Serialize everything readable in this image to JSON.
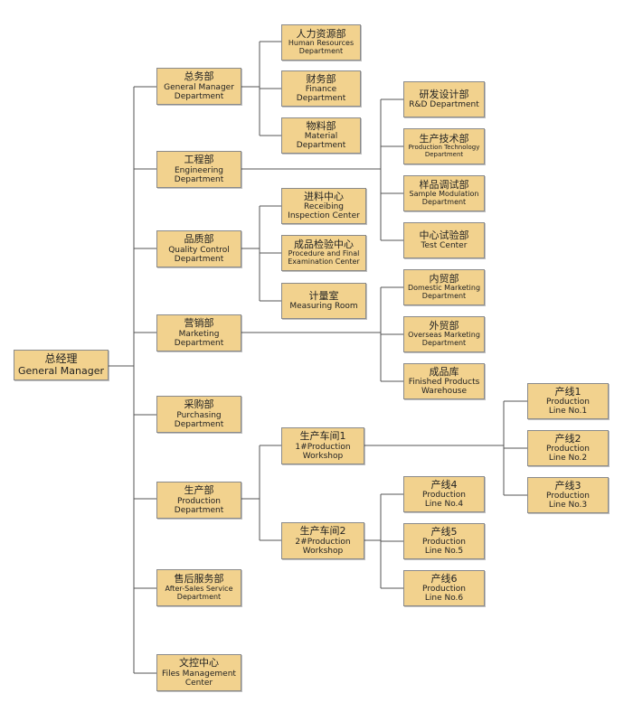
{
  "chart": {
    "root": {
      "zh": "总经理",
      "en": "General  Manager"
    },
    "departments": {
      "general": {
        "zh": "总务部",
        "en": "General Manager\nDepartment"
      },
      "engineering": {
        "zh": "工程部",
        "en": "Engineering\nDepartment"
      },
      "quality": {
        "zh": "品质部",
        "en": "Quality Control\nDepartment"
      },
      "marketing": {
        "zh": "营销部",
        "en": "Marketing\nDepartment"
      },
      "purchasing": {
        "zh": "采购部",
        "en": "Purchasing\nDepartment"
      },
      "production": {
        "zh": "生产部",
        "en": "Production\nDepartment"
      },
      "after_sales": {
        "zh": "售后服务部",
        "en": "After-Sales Service\nDepartment"
      },
      "files": {
        "zh": "文控中心",
        "en": "Files Management\nCenter"
      }
    },
    "general_units": {
      "hr": {
        "zh": "人力资源部",
        "en": "Human Resources\nDepartment"
      },
      "finance": {
        "zh": "财务部",
        "en": "Finance\nDepartment"
      },
      "material": {
        "zh": "物料部",
        "en": "Material\nDepartment"
      }
    },
    "engineering_units": {
      "rd": {
        "zh": "研发设计部",
        "en": "R&D  Department"
      },
      "prod_tech": {
        "zh": "生产技术部",
        "en": "Production Technology\nDepartment"
      },
      "sample": {
        "zh": "样品调试部",
        "en": "Sample Modulation\nDepartment"
      },
      "test": {
        "zh": "中心试验部",
        "en": "Test Center"
      }
    },
    "quality_units": {
      "receiving": {
        "zh": "进料中心",
        "en": "Receibing\nInspection Center"
      },
      "final": {
        "zh": "成品检验中心",
        "en": "Procedure and Final\nExamination Center"
      },
      "measuring": {
        "zh": "计量室",
        "en": "Measuring Room"
      }
    },
    "marketing_units": {
      "domestic": {
        "zh": "内贸部",
        "en": "Domestic Marketing\nDepartment"
      },
      "overseas": {
        "zh": "外贸部",
        "en": "Overseas Marketing\nDepartment"
      },
      "warehouse": {
        "zh": "成品库",
        "en": "Finished Products\nWarehouse"
      }
    },
    "workshops": {
      "ws1": {
        "zh": "生产车间1",
        "en": "1#Production\nWorkshop"
      },
      "ws2": {
        "zh": "生产车间2",
        "en": "2#Production\nWorkshop"
      }
    },
    "lines": {
      "l1": {
        "zh": "产线1",
        "en": "Production\nLine No.1"
      },
      "l2": {
        "zh": "产线2",
        "en": "Production\nLine No.2"
      },
      "l3": {
        "zh": "产线3",
        "en": "Production\nLine No.3"
      },
      "l4": {
        "zh": "产线4",
        "en": "Production\nLine No.4"
      },
      "l5": {
        "zh": "产线5",
        "en": "Production\nLine No.5"
      },
      "l6": {
        "zh": "产线6",
        "en": "Production\nLine No.6"
      }
    }
  }
}
